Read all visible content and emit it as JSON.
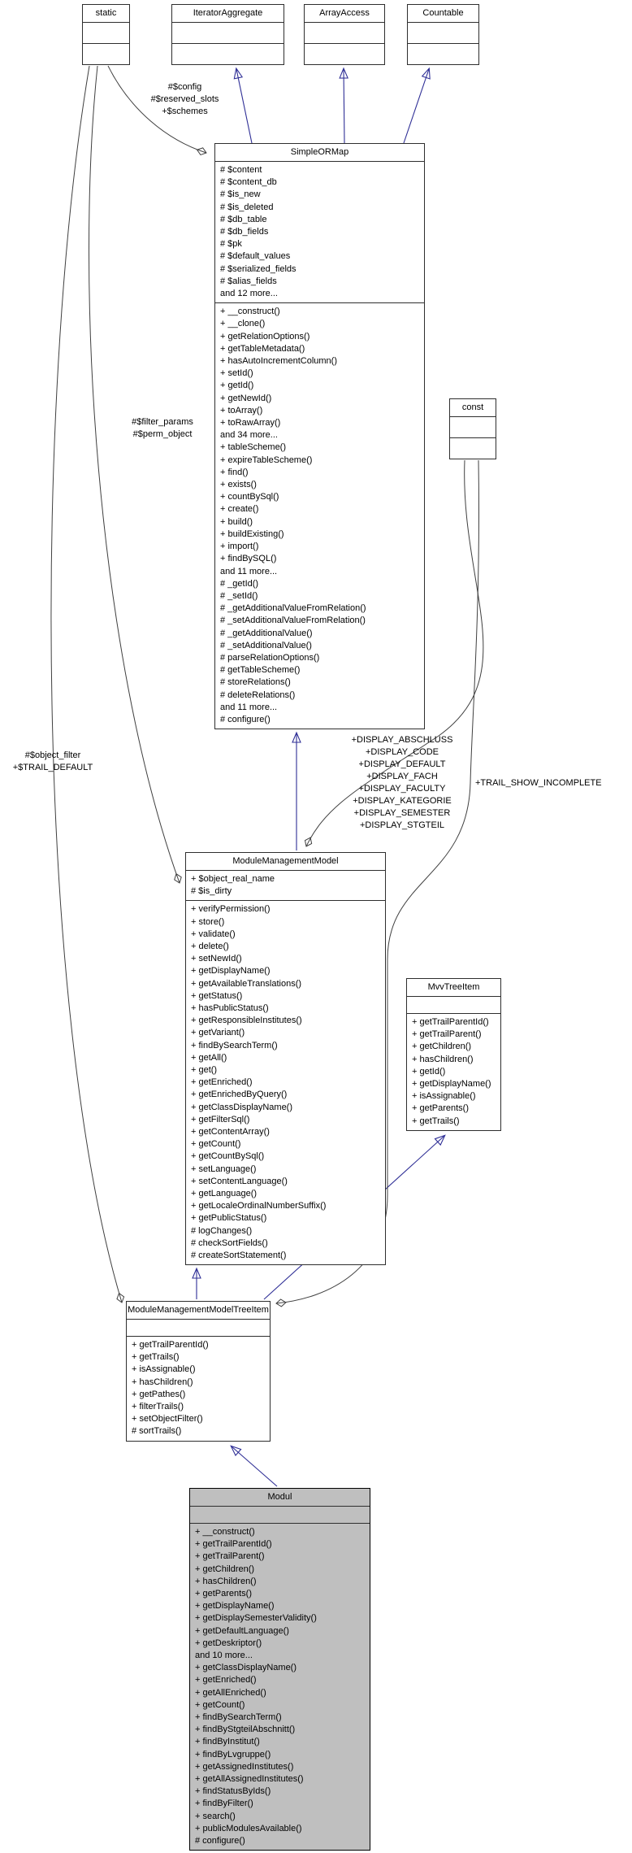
{
  "colors": {
    "inheritance_blue": "#2f2f96",
    "usage_gray": "#3f3f3f",
    "box_border": "#2e2e2e",
    "highlight_fill": "#bfbfbf",
    "background": "#ffffff"
  },
  "classes": {
    "static": {
      "title": "static"
    },
    "iterator_aggregate": {
      "title": "IteratorAggregate"
    },
    "array_access": {
      "title": "ArrayAccess"
    },
    "countable": {
      "title": "Countable"
    },
    "const": {
      "title": "const"
    },
    "simpleormap": {
      "title": "SimpleORMap",
      "attributes": [
        "# $content",
        "# $content_db",
        "# $is_new",
        "# $is_deleted",
        "# $db_table",
        "# $db_fields",
        "# $pk",
        "# $default_values",
        "# $serialized_fields",
        "# $alias_fields",
        "and 12 more..."
      ],
      "methods": [
        "+ __construct()",
        "+ __clone()",
        "+ getRelationOptions()",
        "+ getTableMetadata()",
        "+ hasAutoIncrementColumn()",
        "+ setId()",
        "+ getId()",
        "+ getNewId()",
        "+ toArray()",
        "+ toRawArray()",
        "and 34 more...",
        "+ tableScheme()",
        "+ expireTableScheme()",
        "+ find()",
        "+ exists()",
        "+ countBySql()",
        "+ create()",
        "+ build()",
        "+ buildExisting()",
        "+ import()",
        "+ findBySQL()",
        "and 11 more...",
        "# _getId()",
        "# _setId()",
        "# _getAdditionalValueFromRelation()",
        "# _setAdditionalValueFromRelation()",
        "# _getAdditionalValue()",
        "# _setAdditionalValue()",
        "# parseRelationOptions()",
        "# getTableScheme()",
        "# storeRelations()",
        "# deleteRelations()",
        "and 11 more...",
        "# configure()"
      ]
    },
    "mmm": {
      "title": "ModuleManagementModel",
      "attributes": [
        "+ $object_real_name",
        "# $is_dirty"
      ],
      "methods": [
        "+ verifyPermission()",
        "+ store()",
        "+ validate()",
        "+ delete()",
        "+ setNewId()",
        "+ getDisplayName()",
        "+ getAvailableTranslations()",
        "+ getStatus()",
        "+ hasPublicStatus()",
        "+ getResponsibleInstitutes()",
        "+ getVariant()",
        "+ findBySearchTerm()",
        "+ getAll()",
        "+ get()",
        "+ getEnriched()",
        "+ getEnrichedByQuery()",
        "+ getClassDisplayName()",
        "+ getFilterSql()",
        "+ getContentArray()",
        "+ getCount()",
        "+ getCountBySql()",
        "+ setLanguage()",
        "+ setContentLanguage()",
        "+ getLanguage()",
        "+ getLocaleOrdinalNumberSuffix()",
        "+ getPublicStatus()",
        "# logChanges()",
        "# checkSortFields()",
        "# createSortStatement()"
      ]
    },
    "mvvtreeitem": {
      "title": "MvvTreeItem",
      "methods": [
        "+ getTrailParentId()",
        "+ getTrailParent()",
        "+ getChildren()",
        "+ hasChildren()",
        "+ getId()",
        "+ getDisplayName()",
        "+ isAssignable()",
        "+ getParents()",
        "+ getTrails()"
      ]
    },
    "mmmti": {
      "title": "ModuleManagementModelTreeItem",
      "methods": [
        "+ getTrailParentId()",
        "+ getTrails()",
        "+ isAssignable()",
        "+ hasChildren()",
        "+ getPathes()",
        "+ filterTrails()",
        "+ setObjectFilter()",
        "# sortTrails()"
      ]
    },
    "modul": {
      "title": "Modul",
      "methods": [
        "+ __construct()",
        "+ getTrailParentId()",
        "+ getTrailParent()",
        "+ getChildren()",
        "+ hasChildren()",
        "+ getParents()",
        "+ getDisplayName()",
        "+ getDisplaySemesterValidity()",
        "+ getDefaultLanguage()",
        "+ getDeskriptor()",
        "and 10 more...",
        "+ getClassDisplayName()",
        "+ getEnriched()",
        "+ getAllEnriched()",
        "+ getCount()",
        "+ findBySearchTerm()",
        "+ findByStgteilAbschnitt()",
        "+ findByInstitut()",
        "+ findByLvgruppe()",
        "+ getAssignedInstitutes()",
        "+ getAllAssignedInstitutes()",
        "+ findStatusByIds()",
        "+ findByFilter()",
        "+ search()",
        "+ publicModulesAvailable()",
        "# configure()"
      ]
    }
  },
  "edge_labels": {
    "static_simpleormap": "#$config\n#$reserved_slots\n+$schemes",
    "static_mmm": "#$filter_params\n#$perm_object",
    "static_mmmti": "#$object_filter\n+$TRAIL_DEFAULT",
    "const_mmm": "+DISPLAY_ABSCHLUSS\n+DISPLAY_CODE\n+DISPLAY_DEFAULT\n+DISPLAY_FACH\n+DISPLAY_FACULTY\n+DISPLAY_KATEGORIE\n+DISPLAY_SEMESTER\n+DISPLAY_STGTEIL",
    "const_mmmti": "+TRAIL_SHOW_INCOMPLETE"
  }
}
